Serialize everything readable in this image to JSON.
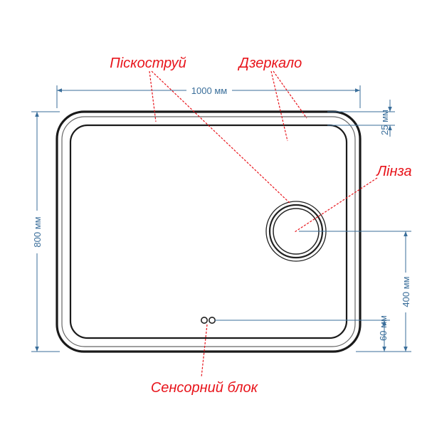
{
  "callouts": {
    "sandblast": "Піскоструй",
    "mirror": "Дзеркало",
    "lens": "Лінза",
    "sensor": "Сенсорний блок"
  },
  "dimensions": {
    "width": "1000 мм",
    "height": "800 мм",
    "border": "25 мм",
    "lens_height": "400 мм",
    "sensor_offset": "60 мм"
  },
  "colors": {
    "callout": "#e8141b",
    "dimension": "#3a6e9a",
    "outline": "#1a1a1a"
  }
}
